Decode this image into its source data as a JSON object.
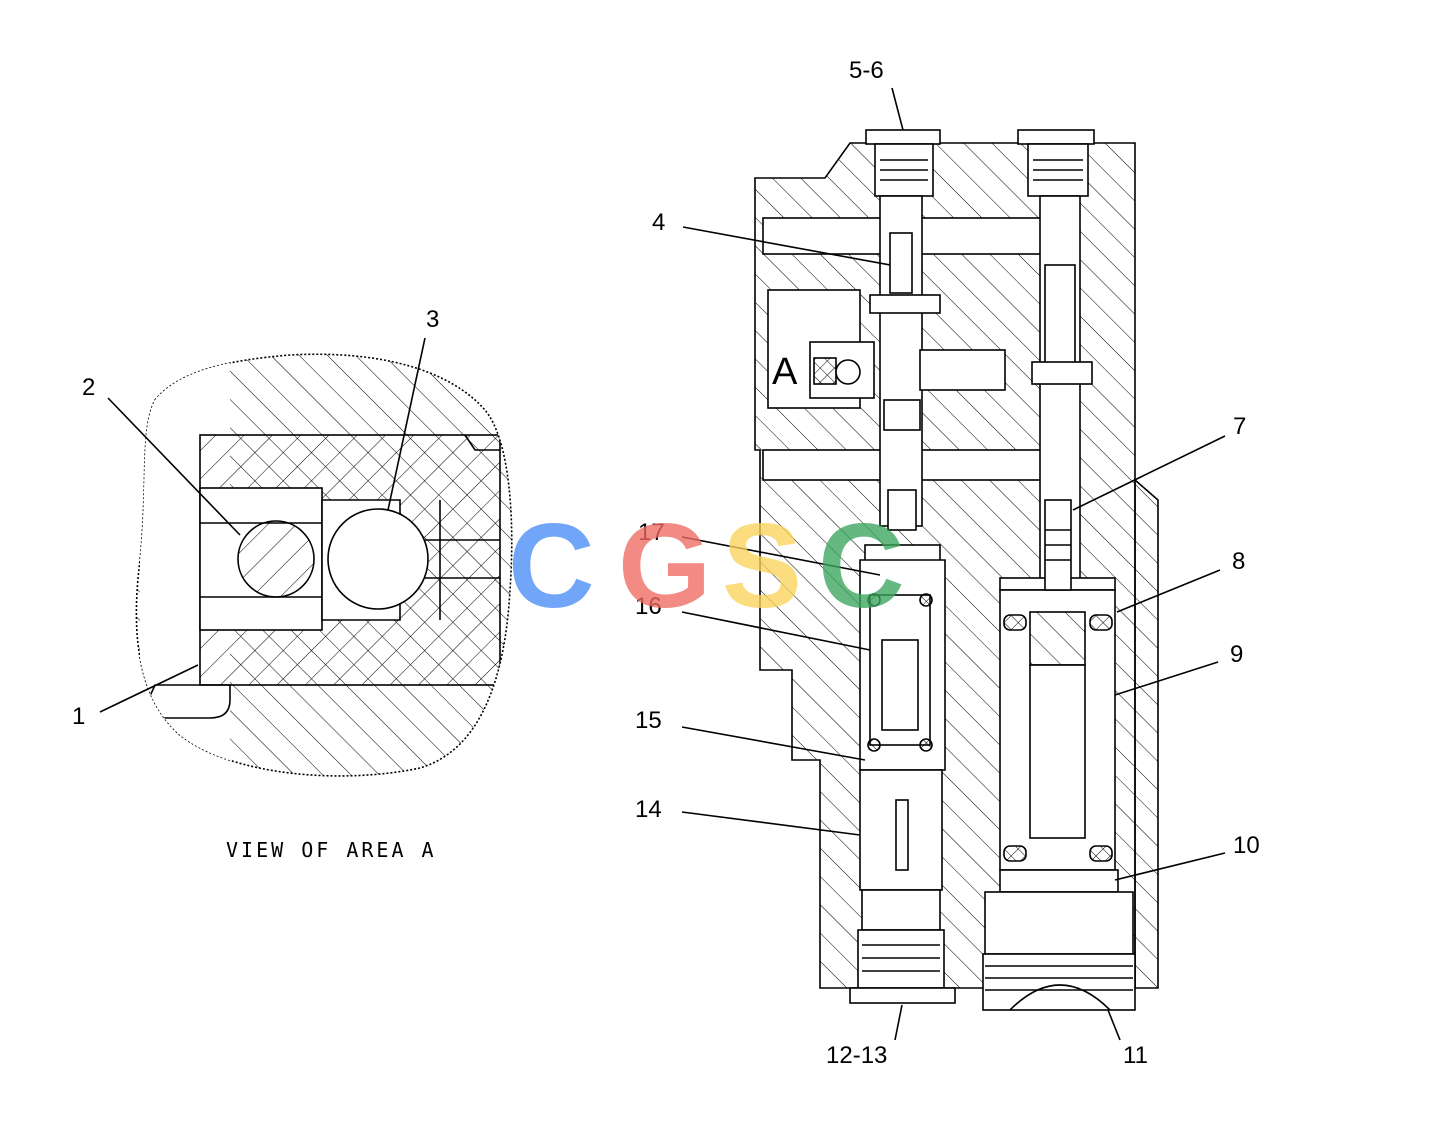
{
  "diagram": {
    "caption": "VIEW OF AREA A",
    "area_marker": "A",
    "callouts": [
      {
        "id": "c1",
        "text": "1"
      },
      {
        "id": "c2",
        "text": "2"
      },
      {
        "id": "c3",
        "text": "3"
      },
      {
        "id": "c4",
        "text": "4"
      },
      {
        "id": "c56",
        "text": "5-6"
      },
      {
        "id": "c7",
        "text": "7"
      },
      {
        "id": "c8",
        "text": "8"
      },
      {
        "id": "c9",
        "text": "9"
      },
      {
        "id": "c10",
        "text": "10"
      },
      {
        "id": "c11",
        "text": "11"
      },
      {
        "id": "c1213",
        "text": "12-13"
      },
      {
        "id": "c14",
        "text": "14"
      },
      {
        "id": "c15",
        "text": "15"
      },
      {
        "id": "c16",
        "text": "16"
      },
      {
        "id": "c17",
        "text": "17"
      }
    ]
  },
  "watermark": {
    "letters": [
      "C",
      "G",
      "S",
      "C"
    ],
    "colors": [
      "#4a8cf7",
      "#f06b64",
      "#fbd35a",
      "#3ba55c"
    ]
  }
}
